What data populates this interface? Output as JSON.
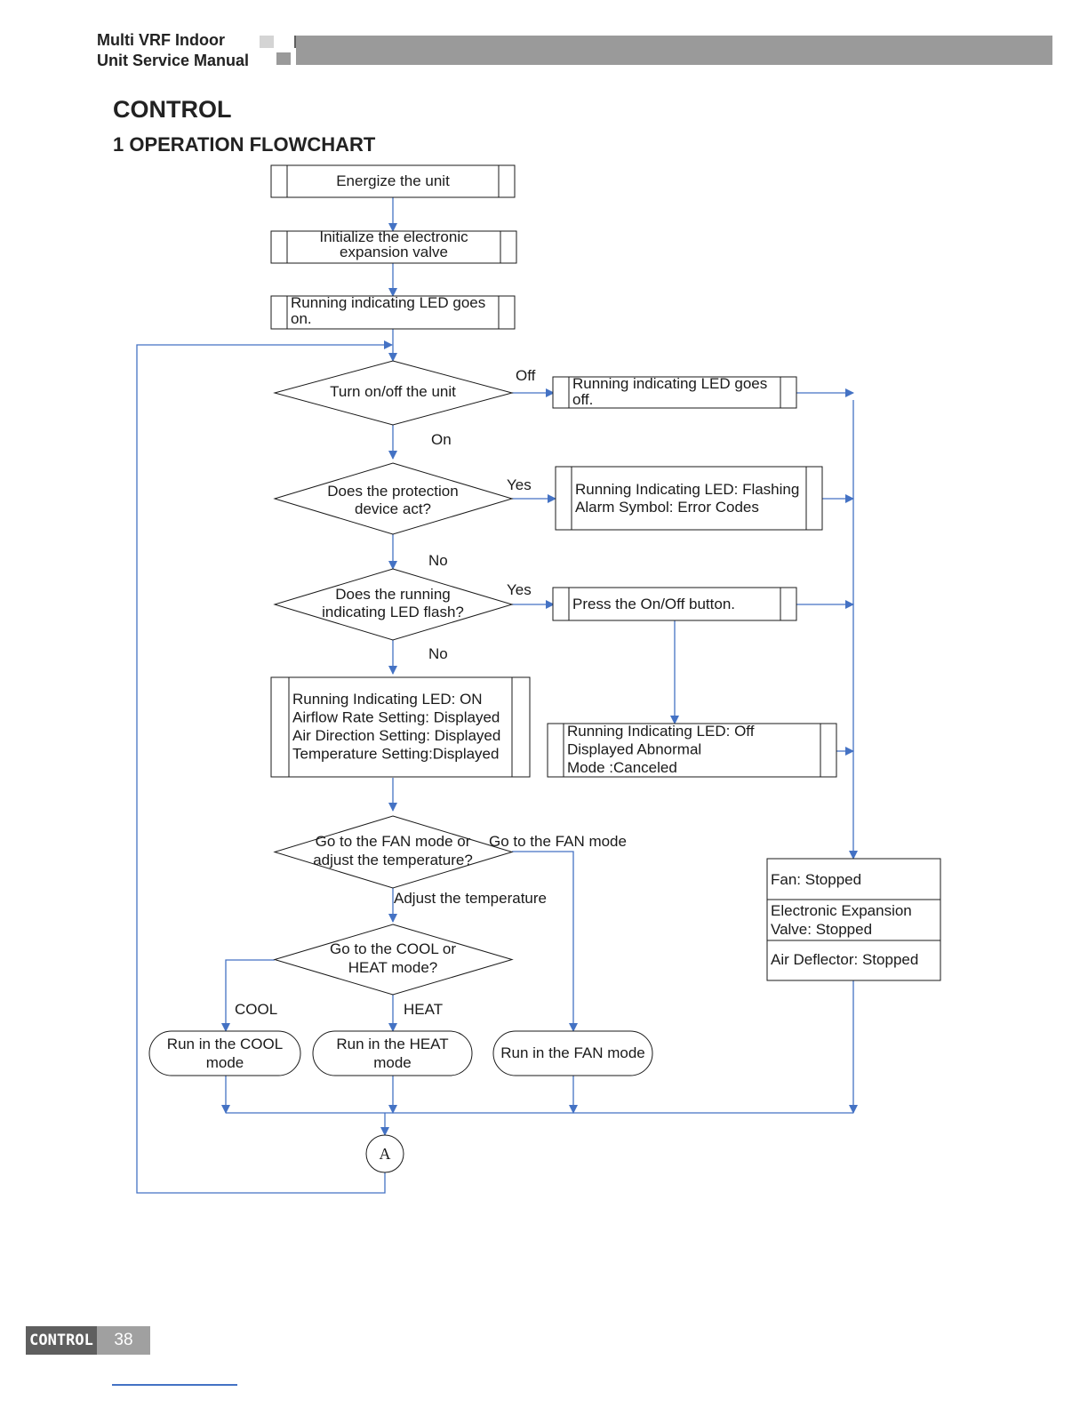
{
  "header": {
    "manual_title_line1": "Multi VRF Indoor",
    "manual_title_line2": "Unit Service Manual",
    "bar_color": "#9a9a9a"
  },
  "section_title": "CONTROL",
  "subsection_title": "1 OPERATION FLOWCHART",
  "flowchart": {
    "line_color": "#4472c4",
    "process_boxes": {
      "energize": [
        "Energize the unit"
      ],
      "init_valve": [
        "Initialize the electronic",
        "expansion valve"
      ],
      "led_on": [
        "Running indicating LED goes",
        "on."
      ],
      "led_off": [
        "Running indicating LED goes",
        "off."
      ],
      "flashing": [
        "Running Indicating LED: Flashing",
        "Alarm Symbol: Error Codes"
      ],
      "press_button": [
        "Press the On/Off button."
      ],
      "displayed": [
        "Running Indicating LED: ON",
        "Airflow Rate Setting: Displayed",
        "Air Direction Setting: Displayed",
        "Temperature Setting:Displayed"
      ],
      "canceled": [
        "Running Indicating LED: Off",
        "Displayed Abnormal",
        "Mode :Canceled"
      ]
    },
    "decisions": {
      "turn_on_off": [
        "Turn on/off the unit"
      ],
      "protection": [
        "Does the protection",
        "device act?"
      ],
      "led_flash": [
        "Does the running",
        "indicating LED flash?"
      ],
      "fan_or_temp": [
        "Go to the FAN mode or",
        "adjust the temperature?"
      ],
      "cool_or_heat": [
        "Go to the COOL or",
        "HEAT mode?"
      ]
    },
    "terminals": {
      "cool": [
        "Run in the COOL",
        "mode"
      ],
      "heat": [
        "Run in the HEAT",
        "mode"
      ],
      "fan": [
        "Run in the FAN mode"
      ]
    },
    "status_table": [
      "Fan: Stopped",
      "Electronic Expansion\nValve: Stopped",
      "Air Deflector: Stopped"
    ],
    "connector": "A",
    "labels": {
      "off": "Off",
      "on": "On",
      "yes1": "Yes",
      "no1": "No",
      "yes2": "Yes",
      "no2": "No",
      "go_fan": "Go to the FAN mode",
      "adjust_temp": "Adjust the temperature",
      "cool": "COOL",
      "heat": "HEAT"
    }
  },
  "footer": {
    "section_tag": "CONTROL",
    "page_number": "38"
  }
}
